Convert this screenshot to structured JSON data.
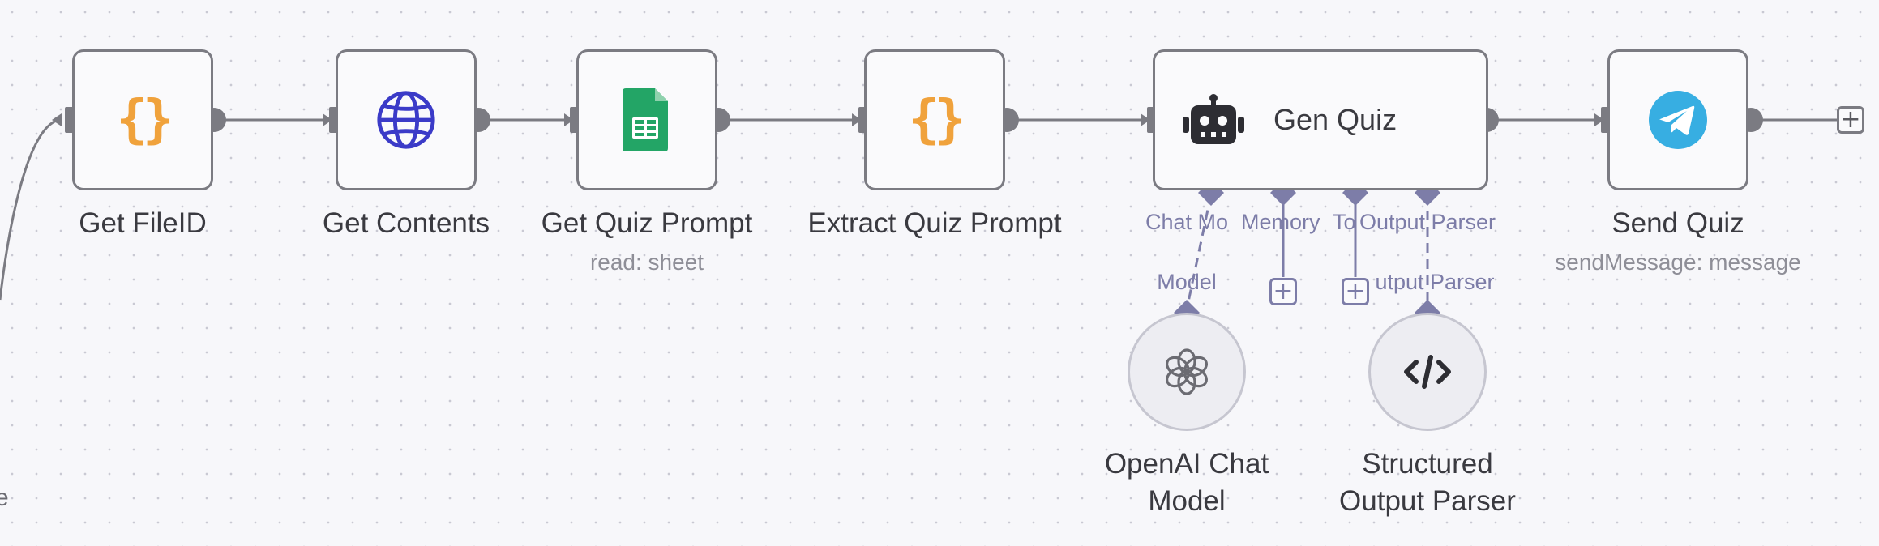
{
  "canvas": {
    "background": "#f7f7fa",
    "node_border_color": "#7b7b82",
    "connector_color": "#7b7b82",
    "subport_color": "#7d7da8"
  },
  "edge_fragment_text": "e",
  "nodes": [
    {
      "id": "get-fileid",
      "label": "Get FileID",
      "subtitle": "",
      "icon": "braces-icon",
      "icon_color": "#f0a23c"
    },
    {
      "id": "get-contents",
      "label": "Get Contents",
      "subtitle": "",
      "icon": "globe-icon",
      "icon_color": "#3b3bc8"
    },
    {
      "id": "get-quiz-prompt",
      "label": "Get Quiz Prompt",
      "subtitle": "read: sheet",
      "icon": "google-sheets-icon",
      "icon_color": "#23a566"
    },
    {
      "id": "extract-quiz-prompt",
      "label": "Extract Quiz Prompt",
      "subtitle": "",
      "icon": "braces-icon",
      "icon_color": "#f0a23c"
    },
    {
      "id": "gen-quiz",
      "label": "Gen Quiz",
      "subtitle": "",
      "icon": "robot-icon",
      "icon_color": "#2d2d33",
      "ports": [
        {
          "label": "Chat Model",
          "visible_text": "Chat Mo"
        },
        {
          "label": "Memory",
          "visible_text": "Memory"
        },
        {
          "label": "Tool",
          "visible_text": "To"
        },
        {
          "label": "Output Parser",
          "visible_text": "Output Parser"
        }
      ]
    },
    {
      "id": "send-quiz",
      "label": "Send Quiz",
      "subtitle": "sendMessage: message",
      "icon": "telegram-icon",
      "icon_color": "#37aee2"
    }
  ],
  "sub_nodes": [
    {
      "id": "openai-chat-model",
      "label": "OpenAI Chat Model",
      "port_label": "Model",
      "icon": "openai-icon"
    },
    {
      "id": "structured-output-parser",
      "label": "Structured Output Parser",
      "port_label": "Output Parser",
      "visible_port_text": "utput Parser",
      "icon": "code-icon"
    }
  ],
  "plus_label": "+"
}
